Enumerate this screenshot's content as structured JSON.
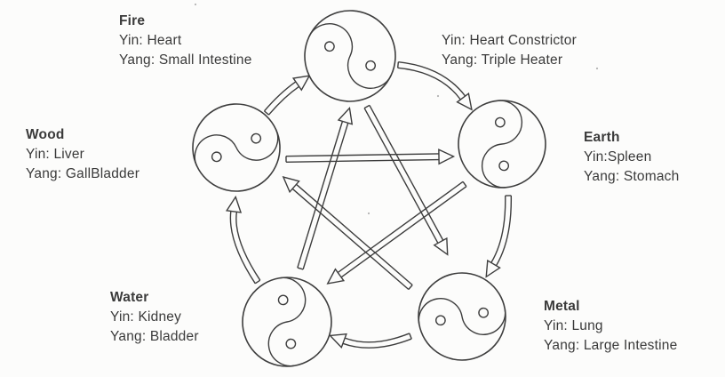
{
  "colors": {
    "background": "#fcfcfb",
    "ink": "#3d3d3d",
    "text": "#3a3a3a"
  },
  "nodes": {
    "fire": {
      "title": "Fire",
      "yin": "Yin: Heart",
      "yang": "Yang: Small Intestine",
      "icon": "yin-yang-icon"
    },
    "earth": {
      "title": "Earth",
      "yin": "Yin:Spleen",
      "yang": "Yang: Stomach",
      "icon": "yin-yang-icon"
    },
    "metal": {
      "title": "Metal",
      "yin": "Yin: Lung",
      "yang": "Yang: Large Intestine",
      "icon": "yin-yang-icon"
    },
    "water": {
      "title": "Water",
      "yin": "Yin: Kidney",
      "yang": "Yang: Bladder",
      "icon": "yin-yang-icon"
    },
    "wood": {
      "title": "Wood",
      "yin": "Yin: Liver",
      "yang": "Yang: GallBladder",
      "icon": "yin-yang-icon"
    }
  },
  "extra_labels": {
    "fire_secondary": {
      "yin": "Yin: Heart Constrictor",
      "yang": "Yang: Triple Heater"
    }
  },
  "relations": {
    "outer_cycle": [
      {
        "from": "wood",
        "to": "fire"
      },
      {
        "from": "fire",
        "to": "earth"
      },
      {
        "from": "earth",
        "to": "metal"
      },
      {
        "from": "metal",
        "to": "water"
      },
      {
        "from": "water",
        "to": "wood"
      }
    ],
    "inner_star": [
      {
        "from": "wood",
        "to": "earth"
      },
      {
        "from": "water",
        "to": "fire"
      },
      {
        "from": "fire",
        "to": "metal"
      },
      {
        "from": "earth",
        "to": "water"
      },
      {
        "from": "metal",
        "to": "wood"
      }
    ]
  }
}
